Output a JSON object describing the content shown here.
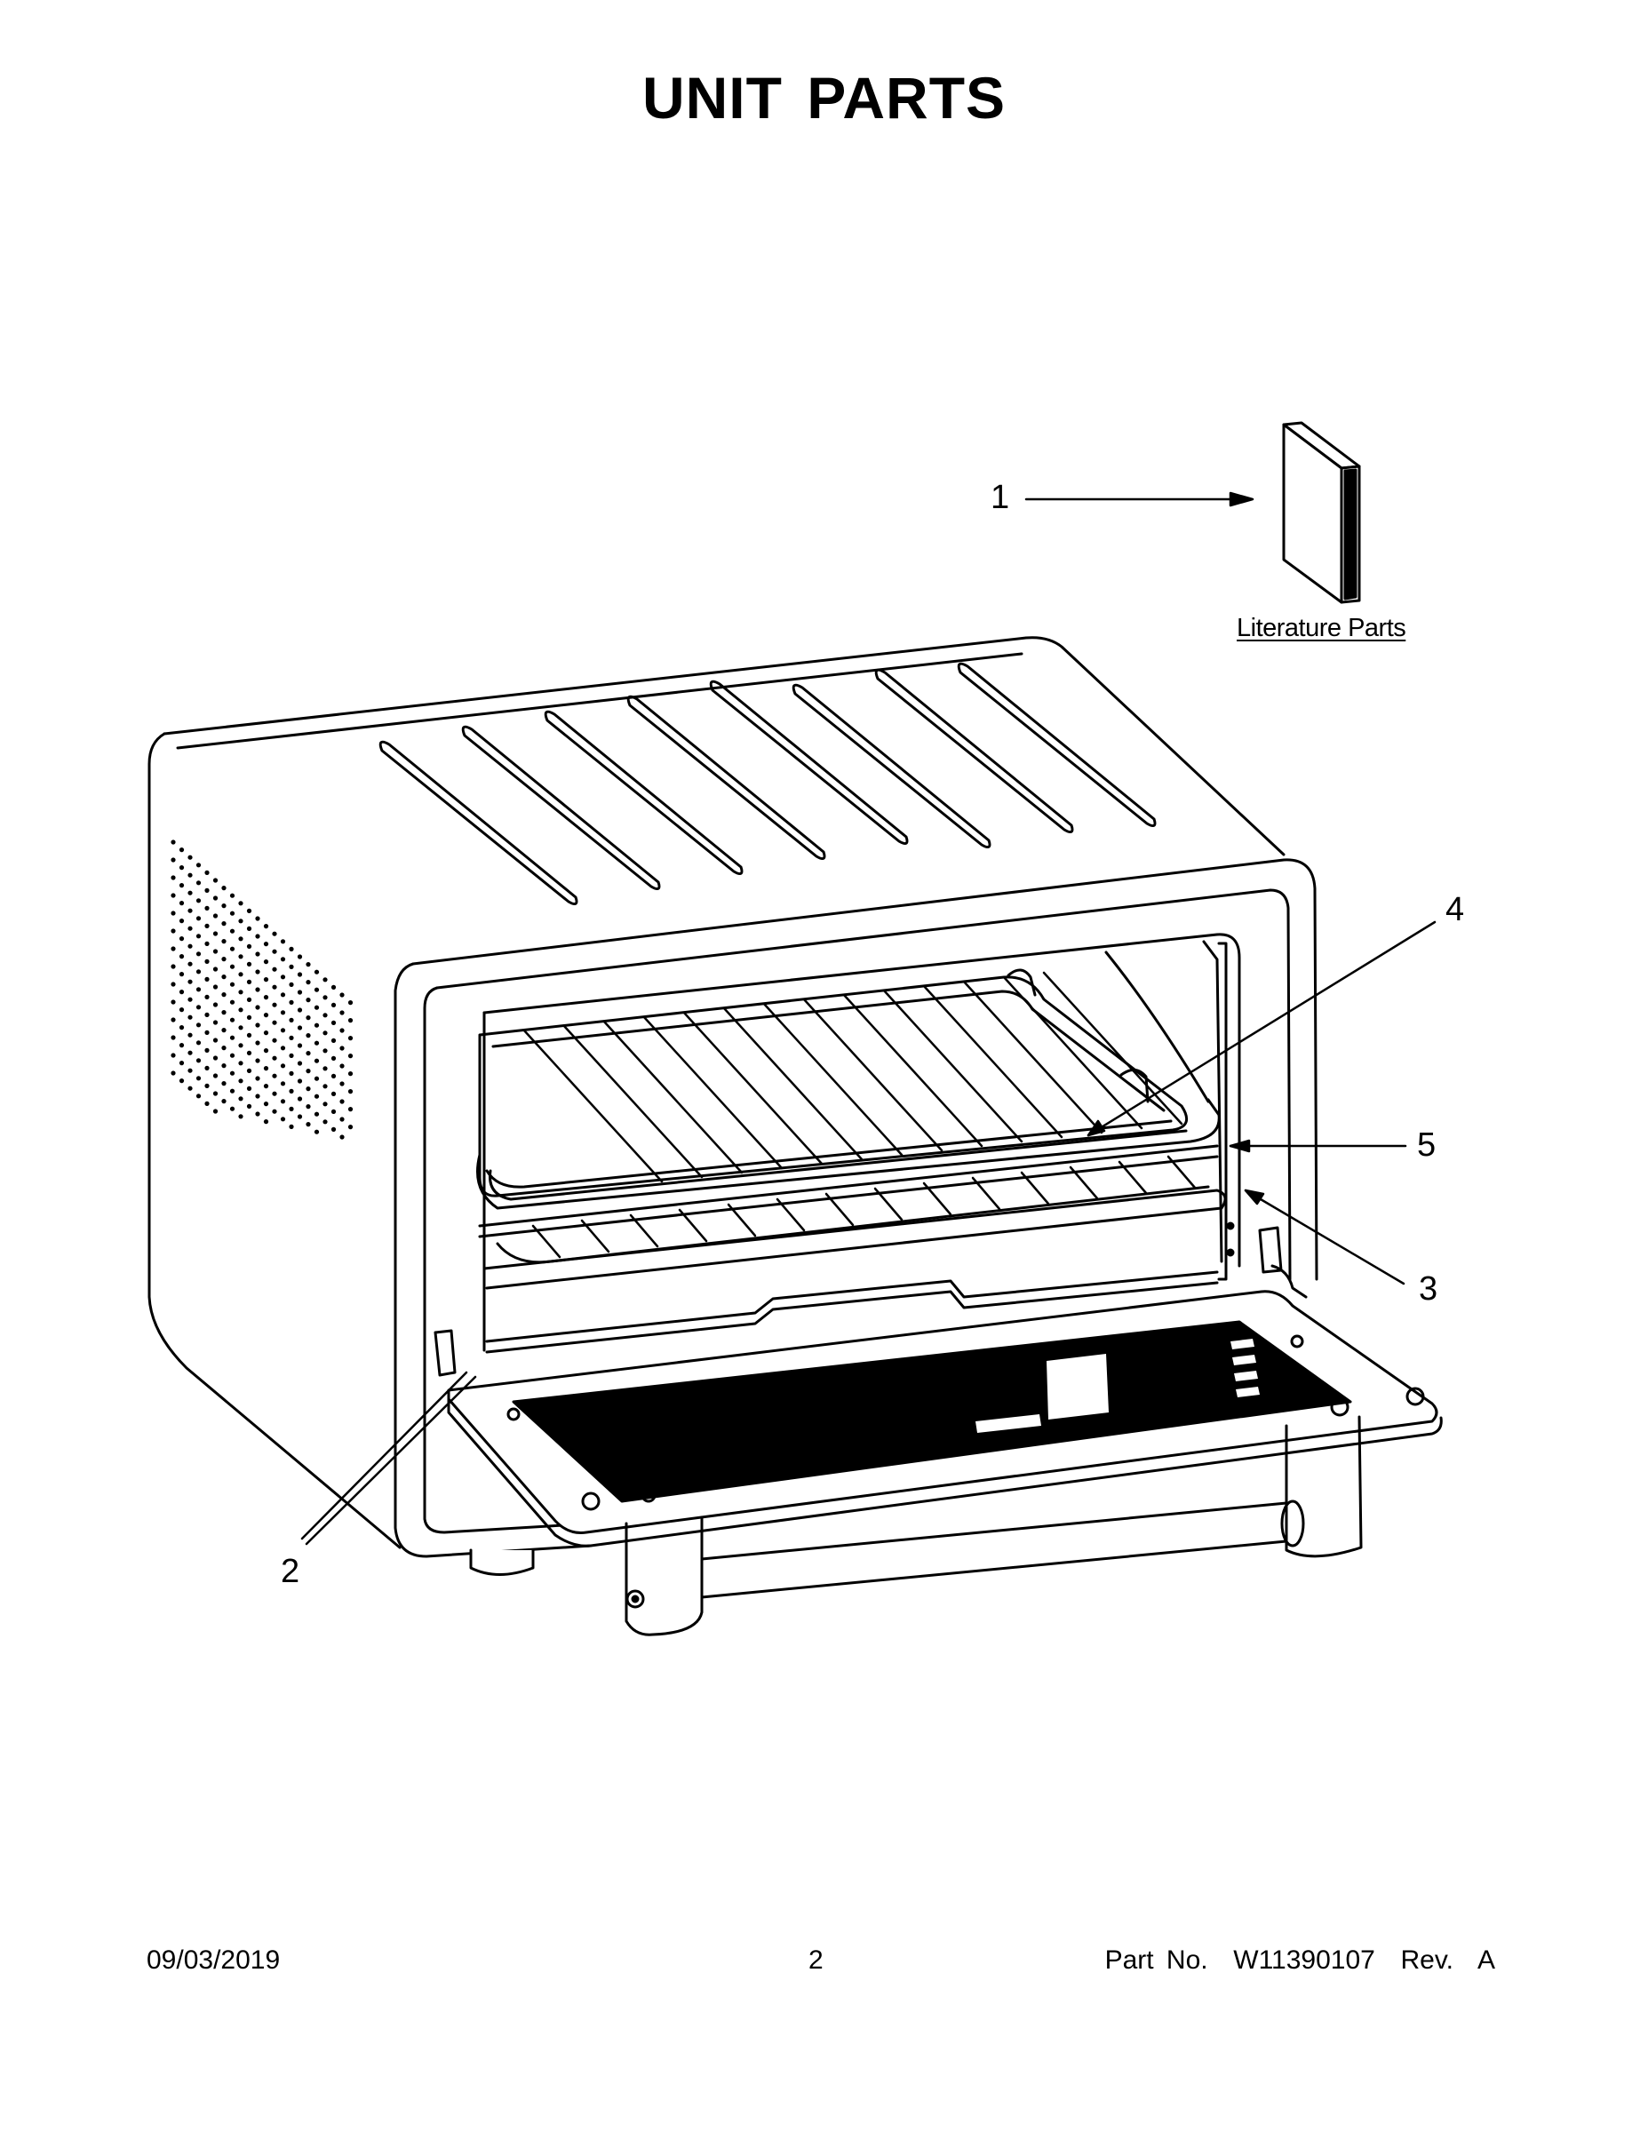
{
  "page": {
    "title": "UNIT PARTS"
  },
  "diagram": {
    "subject": "countertop oven, door open, with rack and baking pan",
    "callouts": [
      {
        "id": "1",
        "label": "1"
      },
      {
        "id": "2",
        "label": "2"
      },
      {
        "id": "3",
        "label": "3"
      },
      {
        "id": "4",
        "label": "4"
      },
      {
        "id": "5",
        "label": "5"
      }
    ],
    "literature_label": "Literature Parts"
  },
  "footer": {
    "date": "09/03/2019",
    "page_number": "2",
    "part_number": "Part No.  W11390107  Rev.  A"
  },
  "colors": {
    "line": "#000000",
    "background": "#ffffff",
    "panel": "#000000"
  }
}
